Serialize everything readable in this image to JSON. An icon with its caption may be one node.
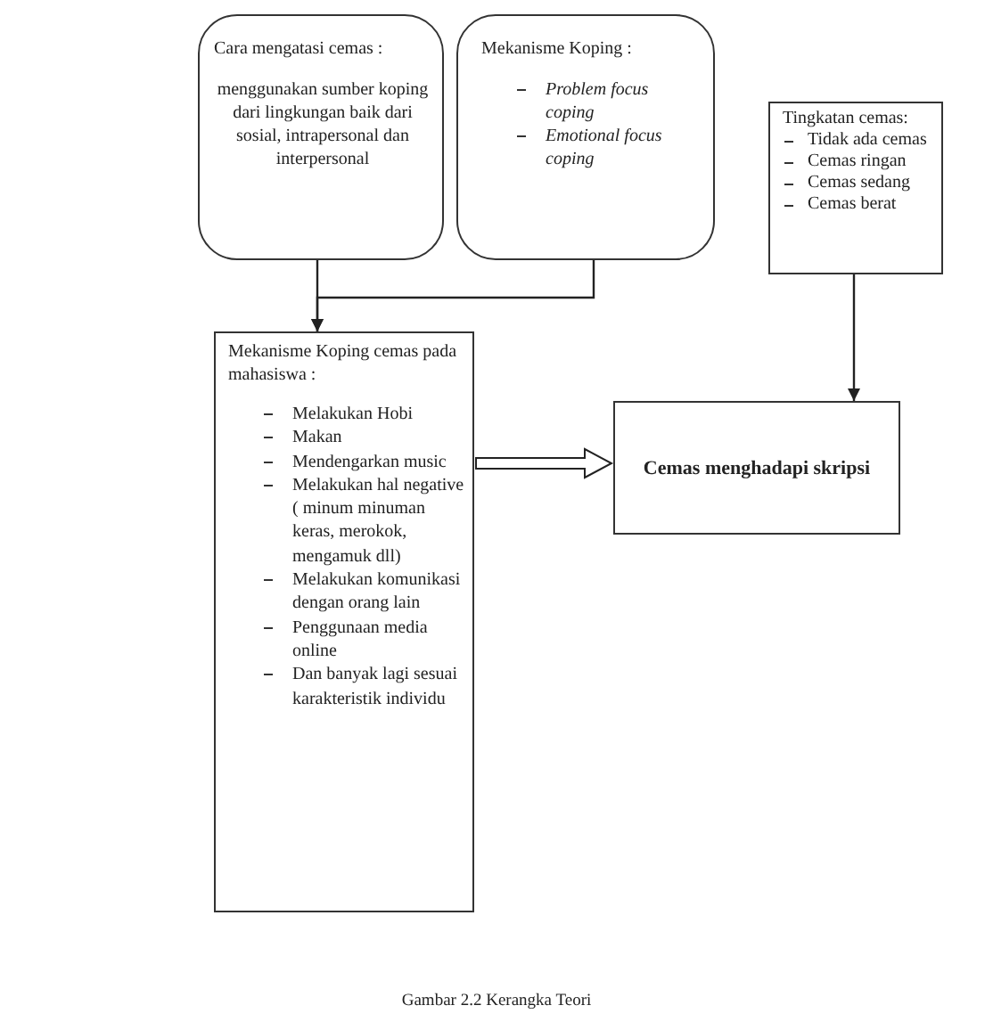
{
  "diagram": {
    "caption": "Gambar 2.2 Kerangka Teori",
    "nodes": [
      {
        "text": [
          "Cara mengatasi cemas :",
          "menggunakan sumber koping dari lingkungan baik dari sosial, intrapersonal dan interpersonal"
        ]
      },
      {
        "text": [
          "Mekanisme Koping :",
          "Problem focus coping",
          "Emotional focus coping"
        ]
      },
      {
        "text": [
          "Tingkatan cemas:",
          "Tidak ada cemas",
          "Cemas ringan",
          "Cemas sedang",
          "Cemas berat"
        ]
      },
      {
        "text": [
          "Mekanisme Koping cemas pada mahasiswa :",
          "Melakukan Hobi",
          "Makan",
          "Mendengarkan music",
          "Melakukan hal negative ( minum minuman keras, merokok, mengamuk dll)",
          "Melakukan komunikasi dengan orang lain",
          "Penggunaan media online",
          "Dan banyak lagi sesuai karakteristik individu"
        ]
      },
      {
        "text": [
          "Cemas menghadapi skripsi"
        ]
      }
    ],
    "edges": [
      {
        "from": 0,
        "to": 3,
        "arrow": "to"
      },
      {
        "from": 1,
        "to": 3,
        "arrow": "to"
      },
      {
        "from": 2,
        "to": 4,
        "arrow": "to"
      },
      {
        "from": 3,
        "to": 4,
        "arrow": "to",
        "style": "thick"
      }
    ]
  }
}
